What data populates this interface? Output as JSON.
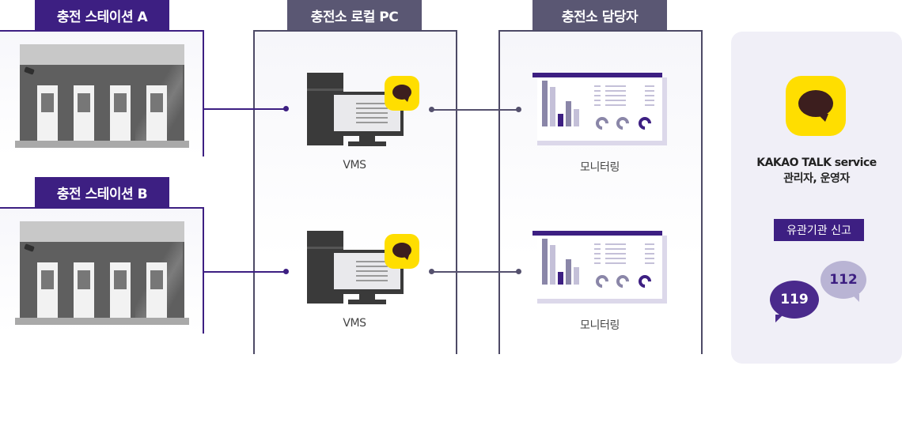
{
  "stations": {
    "a_title": "충전 스테이션 A",
    "b_title": "충전 스테이션 B"
  },
  "local_pc": {
    "title": "충전소 로컬 PC",
    "caption_1": "VMS",
    "caption_2": "VMS"
  },
  "staff": {
    "title": "충전소 담당자",
    "caption_1": "모니터링",
    "caption_2": "모니터링"
  },
  "kakao": {
    "line1": "KAKAO TALK service",
    "line2": "관리자, 운영자",
    "report_button": "유관기관 신고",
    "bubble_119": "119",
    "bubble_112": "112"
  },
  "icons": [
    "charging-station-icon",
    "desktop-pc-icon",
    "kakaotalk-icon",
    "dashboard-icon"
  ],
  "colors": {
    "accent_purple": "#3d1f82",
    "muted_purple": "#5a5773",
    "kakao_yellow": "#ffde00",
    "bubble_119": "#4a2a8c",
    "bubble_112": "#b9b4d4"
  }
}
